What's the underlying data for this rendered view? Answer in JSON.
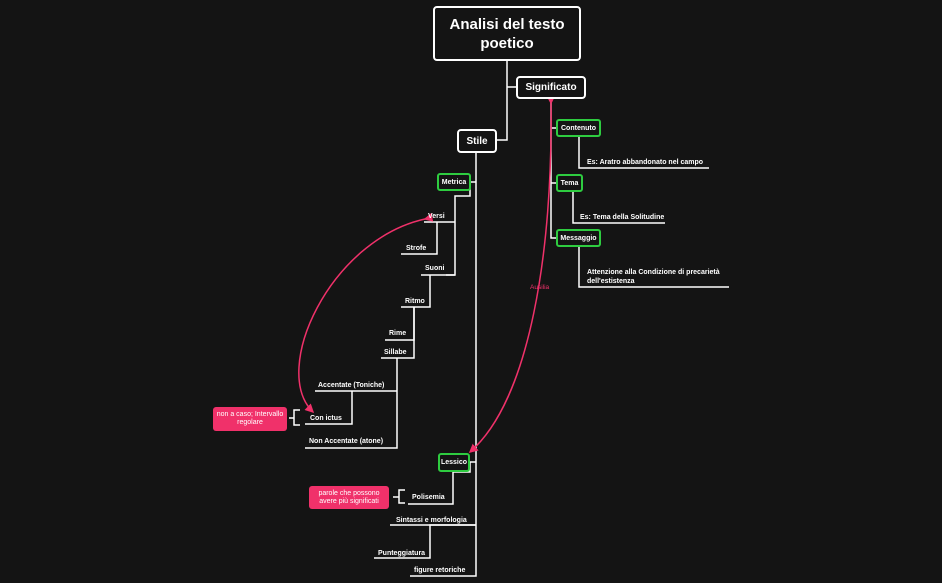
{
  "map": {
    "root": "Analisi del testo poetico",
    "significato": {
      "label": "Significato",
      "contenuto": "Contenuto",
      "contenuto_detail": "Es: Aratro abbandonato nel campo",
      "tema": "Tema",
      "tema_detail": "Es: Tema della Solitudine",
      "messaggio": "Messaggio",
      "messaggio_detail": "Attenzione alla Condizione di precarietà dell'estistenza"
    },
    "stile": {
      "label": "Stile",
      "metrica": "Metrica",
      "versi": "Versi",
      "strofe": "Strofe",
      "suoni": "Suoni",
      "ritmo": "Ritmo",
      "rime": "Rime",
      "sillabe": "Sillabe",
      "accentate": "Accentate (Toniche)",
      "con_ictus": "Con ictus",
      "non_accentate": "Non Accentate (atone)",
      "lessico": "Lessico",
      "polisemia": "Polisemia",
      "sintassi": "Sintassi e morfologia",
      "punteggiatura": "Punteggiatura",
      "figure": "figure retoriche"
    },
    "notes": {
      "ictus_note": "non a caso; Intervallo regolare",
      "polisemia_note": "parole che possono avere più significati"
    },
    "relations": {
      "ausilia": "Ausilia"
    }
  },
  "colors": {
    "background": "#141414",
    "line": "#ffffff",
    "accent_green": "#2ecc40",
    "relation_pink": "#f0316a"
  }
}
